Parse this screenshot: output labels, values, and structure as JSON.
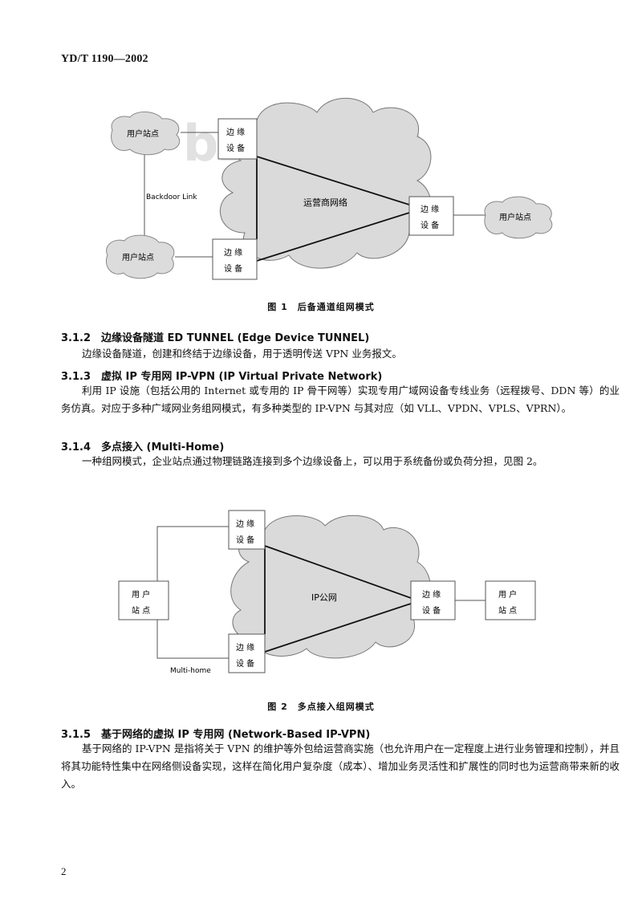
{
  "header": {
    "doc_code": "YD/T 1190—2002"
  },
  "watermark": "bzxz.net",
  "figure1": {
    "user_site_top": "用户站点",
    "user_site_bottom": "用户站点",
    "user_site_right": "用户站点",
    "edge_top": [
      "边 缘",
      "设 备"
    ],
    "edge_bottom": [
      "边 缘",
      "设 备"
    ],
    "edge_right": [
      "边 缘",
      "设 备"
    ],
    "cloud_label": "运营商网络",
    "backdoor_label": "Backdoor Link",
    "caption": "图 1　后备通道组网模式"
  },
  "sections": [
    {
      "title": "3.1.2　边缘设备隧道 ED TUNNEL (Edge Device TUNNEL)",
      "text": "边缘设备隧道，创建和终结于边缘设备，用于透明传送 VPN 业务报文。"
    },
    {
      "title": "3.1.3　虚拟 IP 专用网 IP-VPN (IP Virtual Private Network)",
      "text": "利用 IP 设施（包括公用的 Internet 或专用的 IP 骨干网等）实现专用广域网设备专线业务（远程拨号、DDN 等）的业务仿真。对应于多种广域网业务组网模式，有多种类型的 IP-VPN 与其对应（如 VLL、VPDN、VPLS、VPRN）。"
    },
    {
      "title": "3.1.4　多点接入 (Multi-Home)",
      "text": "一种组网模式，企业站点通过物理链路连接到多个边缘设备上，可以用于系统备份或负荷分担，见图 2。"
    }
  ],
  "figure2": {
    "user_left": [
      "用 户",
      "站 点"
    ],
    "user_right": [
      "用 户",
      "站 点"
    ],
    "edge_top": [
      "边 缘",
      "设 备"
    ],
    "edge_bottom": [
      "边 缘",
      "设 备"
    ],
    "edge_right": [
      "边 缘",
      "设 备"
    ],
    "cloud_label": "IP公网",
    "multihome_label": "Multi-home",
    "caption": "图 2　多点接入组网模式"
  },
  "section_last": {
    "title": "3.1.5　基于网络的虚拟 IP 专用网 (Network-Based IP-VPN)",
    "text": "基于网络的 IP-VPN 是指将关于 VPN 的维护等外包给运营商实施（也允许用户在一定程度上进行业务管理和控制），并且将其功能特性集中在网络侧设备实现，这样在简化用户复杂度（成本）、增加业务灵活性和扩展性的同时也为运营商带来新的收入。"
  },
  "page_number": "2"
}
